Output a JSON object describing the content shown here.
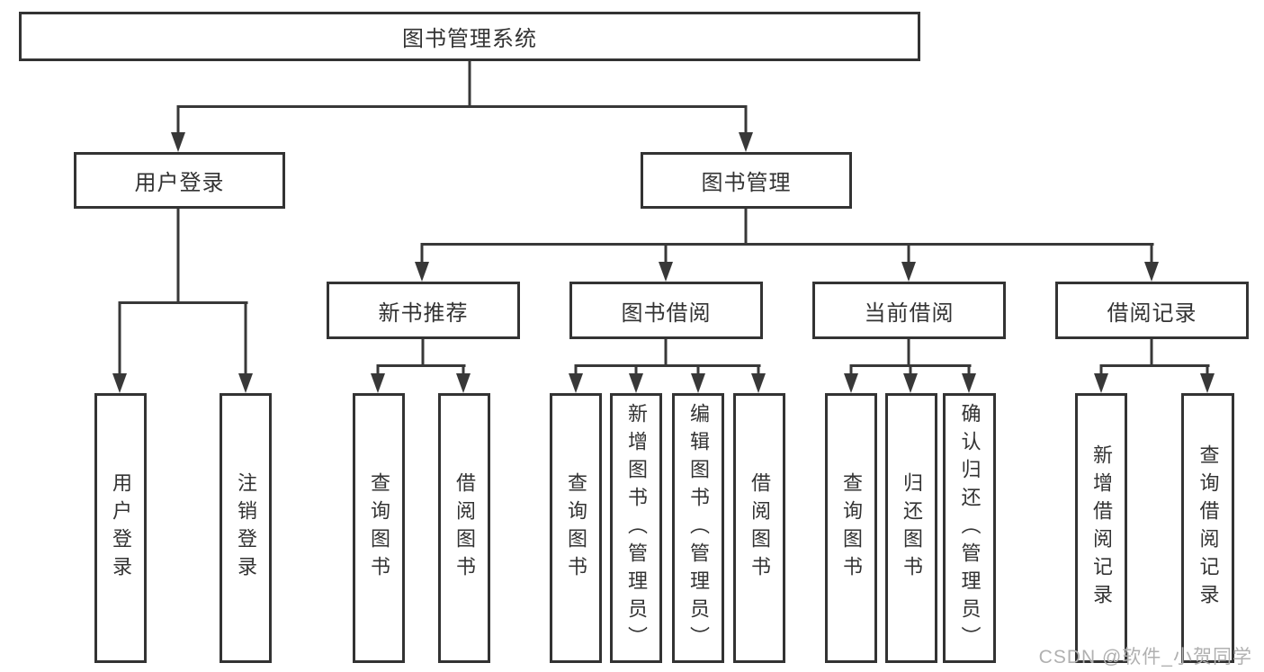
{
  "diagram": {
    "root": "图书管理系统",
    "level2": [
      "用户登录",
      "图书管理"
    ],
    "level3": [
      "新书推荐",
      "图书借阅",
      "当前借阅",
      "借阅记录"
    ],
    "leaves": [
      "用户登录",
      "注销登录",
      "查询图书",
      "借阅图书",
      "查询图书",
      "新增图书（管理员）",
      "编辑图书（管理员）",
      "借阅图书",
      "查询图书",
      "归还图书",
      "确认归还（管理员）",
      "新增借阅记录",
      "查询借阅记录"
    ]
  },
  "watermark": "CSDN @软件_小贺同学",
  "colors": {
    "line": "#383838",
    "box_border": "#333333",
    "text": "#333333",
    "watermark": "#b0b0b0",
    "background": "#ffffff"
  }
}
